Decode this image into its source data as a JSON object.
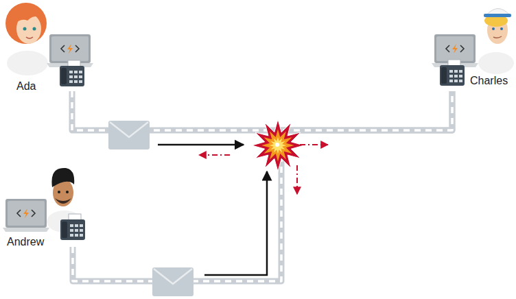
{
  "diagram": {
    "nodes": [
      {
        "text": [
          "Ada"
        ]
      },
      {
        "text": [
          "Charles"
        ]
      },
      {
        "text": [
          "Andrew"
        ]
      }
    ],
    "edges": [
      {
        "from": 0,
        "to": 1,
        "arrow": "none"
      },
      {
        "from": 2,
        "to": 1,
        "arrow": "none"
      }
    ]
  }
}
